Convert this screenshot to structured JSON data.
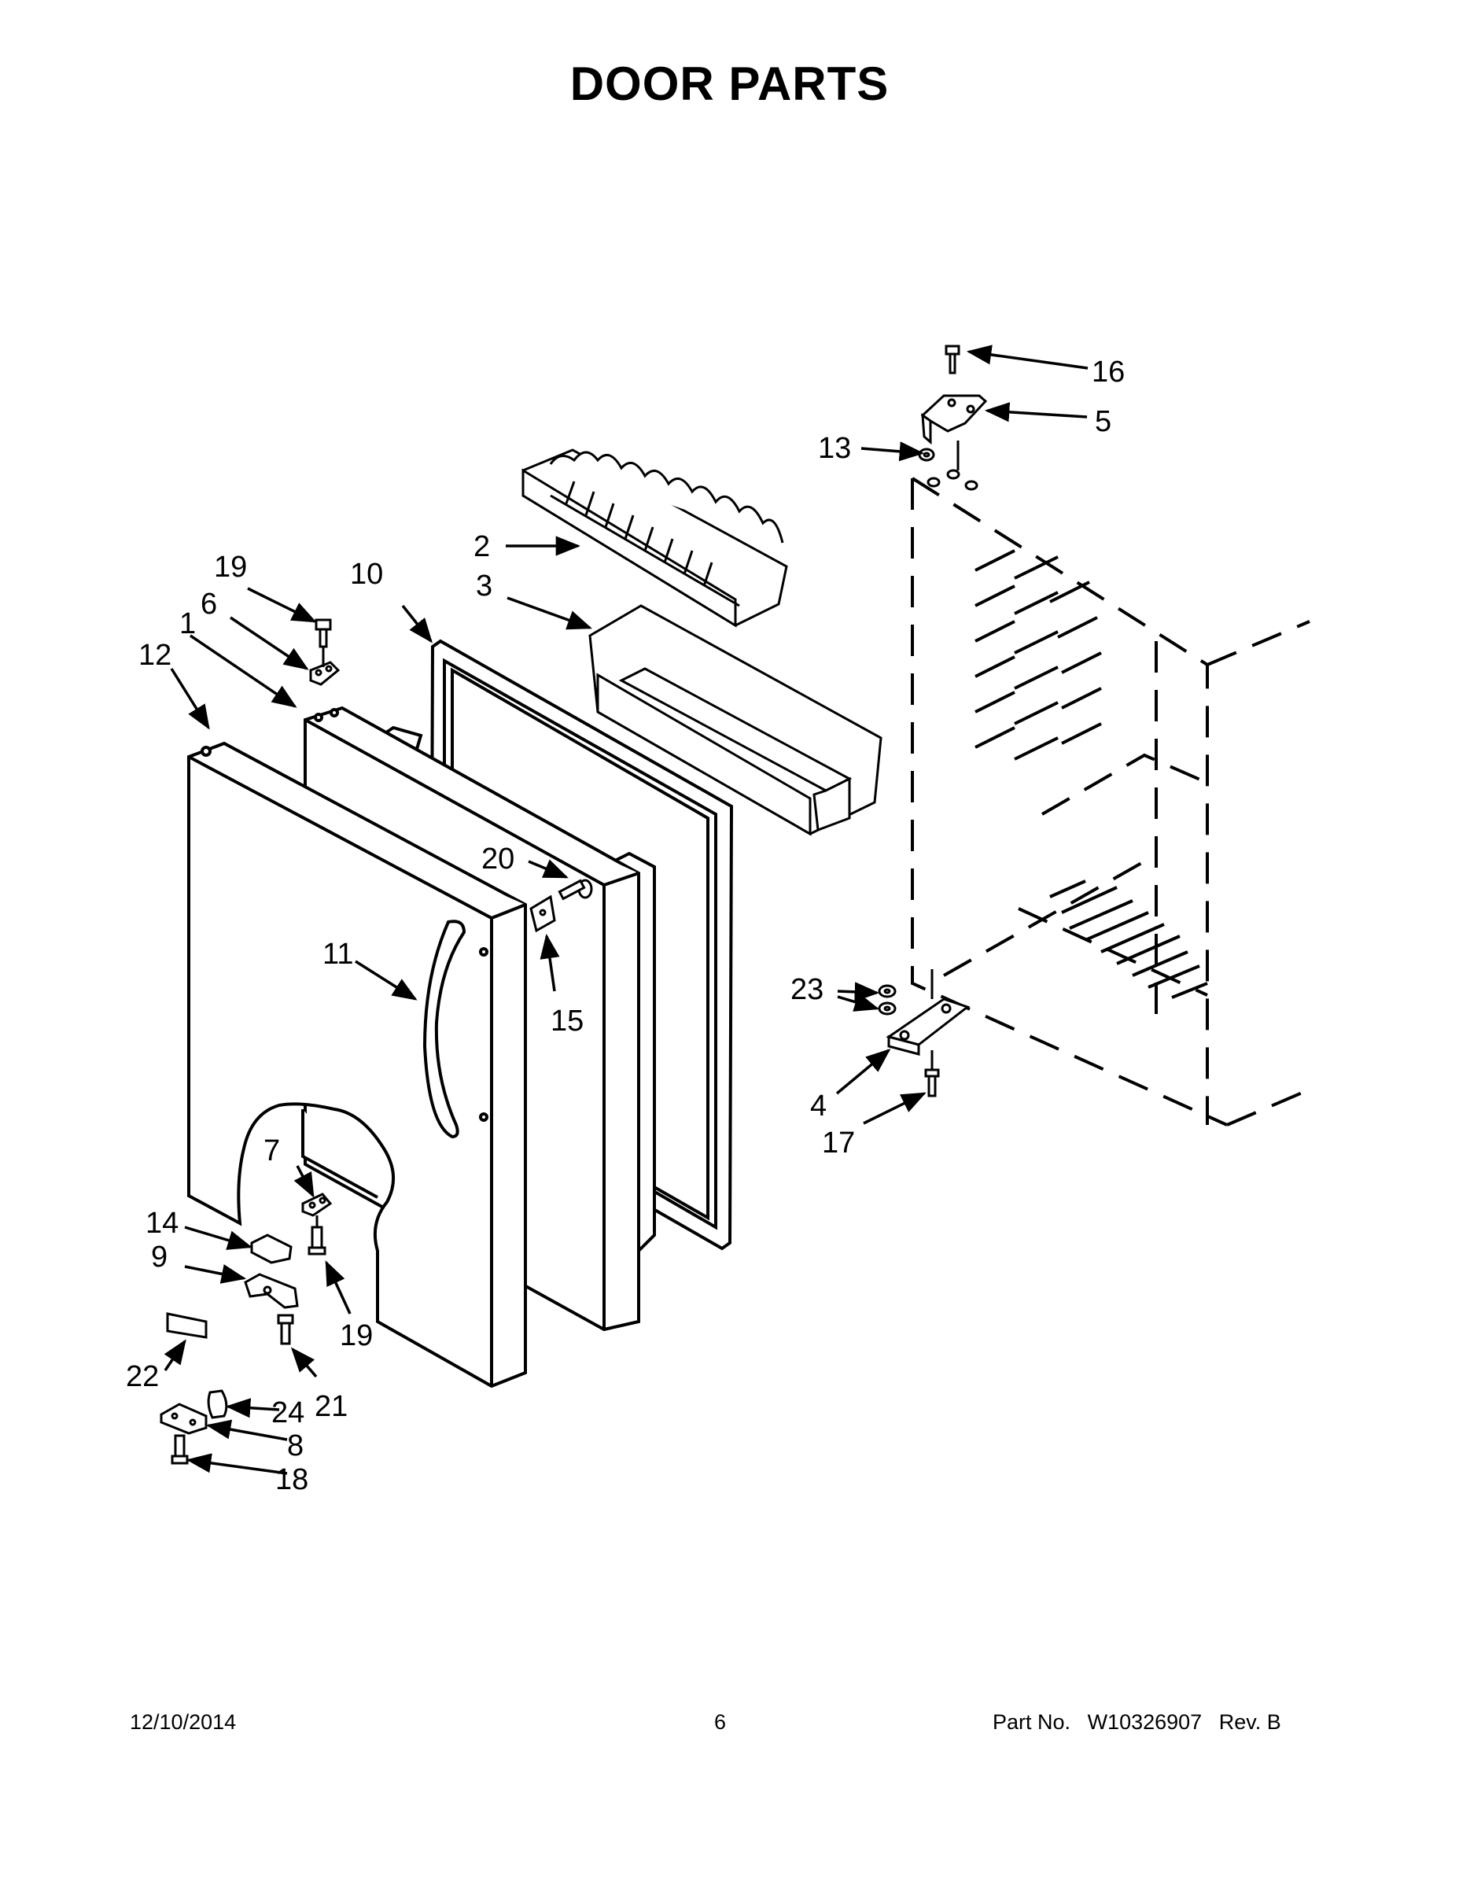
{
  "title": "DOOR PARTS",
  "callouts": [
    "1",
    "2",
    "3",
    "4",
    "5",
    "6",
    "7",
    "8",
    "9",
    "10",
    "11",
    "12",
    "13",
    "14",
    "15",
    "16",
    "17",
    "18",
    "19",
    "19",
    "20",
    "21",
    "22",
    "23",
    "24"
  ],
  "footer": {
    "date": "12/10/2014",
    "page": "6",
    "part_label": "Part No.",
    "part_number": "W10326907",
    "rev": "Rev. B"
  }
}
